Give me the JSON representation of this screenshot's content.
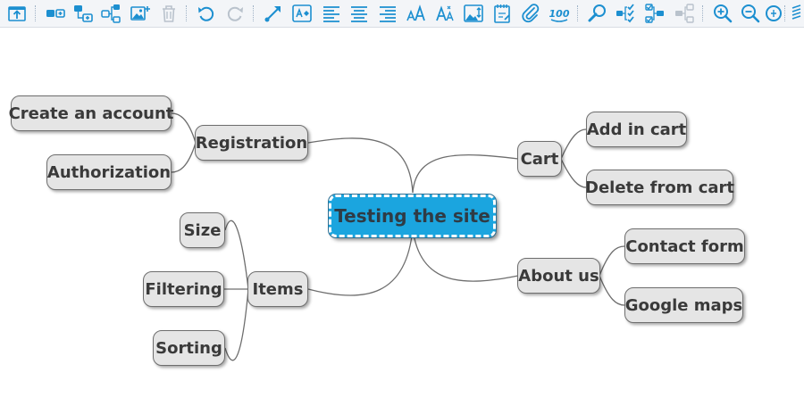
{
  "colors": {
    "icon": "#1c8fd0",
    "icon_disabled": "#b9c2cc",
    "root_fill": "#1ba5df",
    "node_fill": "#e5e5e5",
    "node_border": "#6e6e6e",
    "link": "#6e6e6e"
  },
  "toolbar": {
    "buttons": [
      {
        "name": "export-icon",
        "enabled": true
      },
      {
        "name": "add-topic-icon",
        "enabled": true
      },
      {
        "name": "add-subtopic-icon",
        "enabled": true
      },
      {
        "name": "add-sibling-icon",
        "enabled": true
      },
      {
        "name": "insert-image-icon",
        "enabled": true
      },
      {
        "name": "delete-icon",
        "enabled": false
      },
      {
        "name": "undo-icon",
        "enabled": true
      },
      {
        "name": "redo-icon",
        "enabled": false
      },
      {
        "name": "connector-icon",
        "enabled": true
      },
      {
        "name": "text-box-icon",
        "enabled": true
      },
      {
        "name": "align-left-icon",
        "enabled": true
      },
      {
        "name": "align-center-icon",
        "enabled": true
      },
      {
        "name": "align-right-icon",
        "enabled": true
      },
      {
        "name": "font-size-icon",
        "enabled": true
      },
      {
        "name": "font-style-icon",
        "enabled": true
      },
      {
        "name": "image-fit-icon",
        "enabled": true
      },
      {
        "name": "notes-icon",
        "enabled": true
      },
      {
        "name": "attachment-icon",
        "enabled": true
      },
      {
        "name": "rating-icon",
        "enabled": true
      },
      {
        "name": "search-icon",
        "enabled": true
      },
      {
        "name": "task-list-icon",
        "enabled": true
      },
      {
        "name": "task-tree-icon",
        "enabled": true
      },
      {
        "name": "task-tree-disabled-icon",
        "enabled": false
      },
      {
        "name": "zoom-in-icon",
        "enabled": true
      },
      {
        "name": "zoom-out-icon",
        "enabled": true
      },
      {
        "name": "zoom-fit-icon",
        "enabled": true
      },
      {
        "name": "more-tools-icon",
        "enabled": true
      }
    ]
  },
  "mindmap": {
    "root": "Testing the site",
    "nodes": {
      "registration": "Registration",
      "create_account": "Create an account",
      "authorization": "Authorization",
      "items": "Items",
      "size": "Size",
      "filtering": "Filtering",
      "sorting": "Sorting",
      "cart": "Cart",
      "add_in_cart": "Add in cart",
      "delete_from_cart": "Delete from cart",
      "about_us": "About us",
      "contact_form": "Contact form",
      "google_maps": "Google maps"
    }
  }
}
